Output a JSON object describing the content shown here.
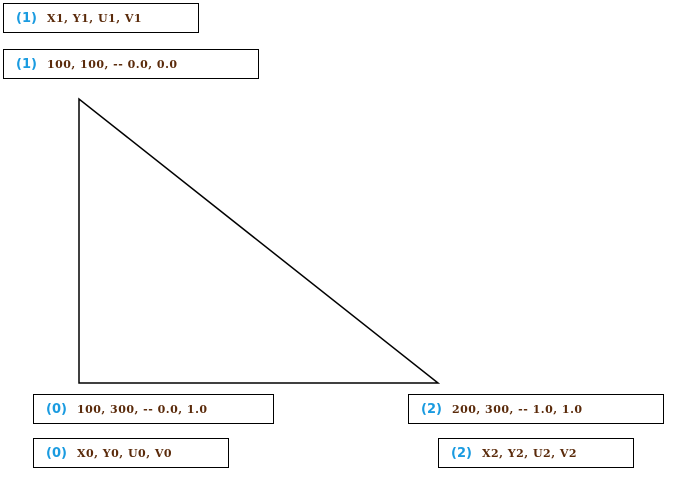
{
  "colors": {
    "index": "#1a9be0",
    "text": "#5a2a0a",
    "stroke": "#000000"
  },
  "labels": {
    "v1_names": {
      "index": "(1)",
      "text": "X1, Y1, U1, V1"
    },
    "v1_values": {
      "index": "(1)",
      "text": "100, 100, -- 0.0, 0.0"
    },
    "v0_values": {
      "index": "(0)",
      "text": "100, 300, -- 0.0, 1.0"
    },
    "v2_values": {
      "index": "(2)",
      "text": "200, 300, -- 1.0, 1.0"
    },
    "v0_names": {
      "index": "(0)",
      "text": "X0, Y0, U0, V0"
    },
    "v2_names": {
      "index": "(2)",
      "text": "X2, Y2, U2, V2"
    }
  }
}
